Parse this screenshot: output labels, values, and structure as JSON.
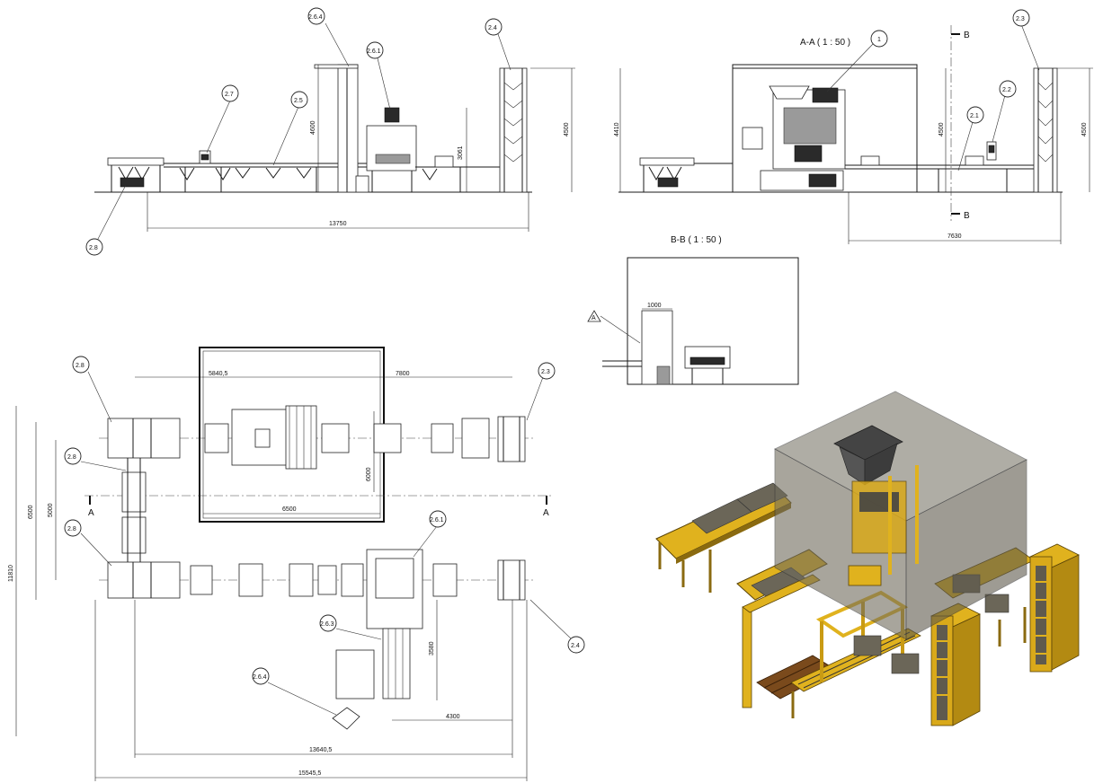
{
  "views": {
    "section_aa": {
      "title": "A-A ( 1 : 50 )"
    },
    "section_bb": {
      "title": "B-B ( 1 : 50 )"
    }
  },
  "section_markers": {
    "a": "A",
    "b": "B"
  },
  "detail_marker": "A",
  "callouts": [
    "2.6.4",
    "2.6.1",
    "2.4",
    "2.7",
    "2.5",
    "2.8",
    "1",
    "2.3",
    "2.2",
    "2.1",
    "2.8",
    "2.8",
    "2.8",
    "2.3",
    "2.6.1",
    "2.4",
    "2.6.3",
    "2.6.4"
  ],
  "dimensions": {
    "side_total": "13750",
    "side_h1": "4600",
    "side_h2": "3061",
    "side_h3": "4500",
    "sec_h_left": "4410",
    "sec_h_mid": "4500",
    "sec_h_right": "4500",
    "sec_w": "7630",
    "bb_w": "1000",
    "plan_a": "5840,5",
    "plan_b": "7800",
    "plan_c": "6000",
    "plan_d": "6500",
    "plan_e": "5000",
    "plan_f": "6500",
    "plan_g": "11810",
    "plan_h": "3580",
    "plan_i": "4300",
    "plan_j": "13640,5",
    "plan_k": "15545,5"
  },
  "colors": {
    "line": "#1a1a1a",
    "enclosure": "#6f6b5c",
    "steel_yellow": "#e0b21e",
    "steel_dark": "#8a6a10",
    "pallet": "#7a4a1c"
  }
}
